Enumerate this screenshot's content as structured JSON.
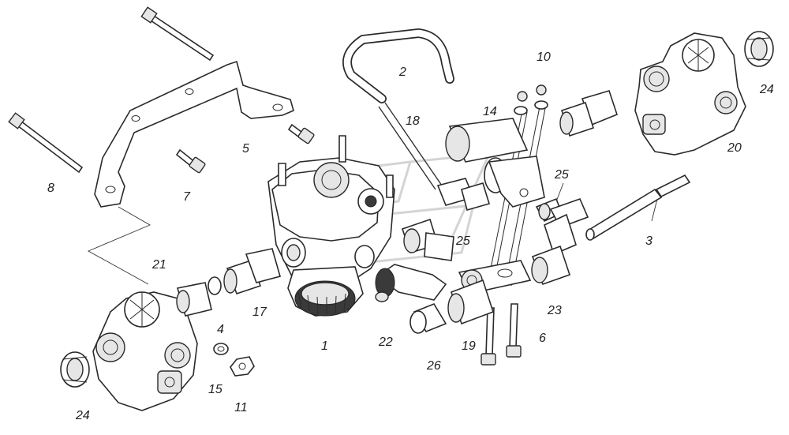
{
  "callouts": [
    {
      "id": "c1",
      "label": "1"
    },
    {
      "id": "c2",
      "label": "2"
    },
    {
      "id": "c3",
      "label": "3"
    },
    {
      "id": "c4",
      "label": "4"
    },
    {
      "id": "c5",
      "label": "5"
    },
    {
      "id": "c6",
      "label": "6"
    },
    {
      "id": "c7",
      "label": "7"
    },
    {
      "id": "c8",
      "label": "8"
    },
    {
      "id": "c10",
      "label": "10"
    },
    {
      "id": "c11",
      "label": "11"
    },
    {
      "id": "c14",
      "label": "14"
    },
    {
      "id": "c15",
      "label": "15"
    },
    {
      "id": "c17",
      "label": "17"
    },
    {
      "id": "c18",
      "label": "18"
    },
    {
      "id": "c19",
      "label": "19"
    },
    {
      "id": "c20",
      "label": "20"
    },
    {
      "id": "c21",
      "label": "21"
    },
    {
      "id": "c22",
      "label": "22"
    },
    {
      "id": "c23",
      "label": "23"
    },
    {
      "id": "c24a",
      "label": "24"
    },
    {
      "id": "c24b",
      "label": "24"
    },
    {
      "id": "c25a",
      "label": "25"
    },
    {
      "id": "c25b",
      "label": "25"
    },
    {
      "id": "c26",
      "label": "26"
    }
  ]
}
